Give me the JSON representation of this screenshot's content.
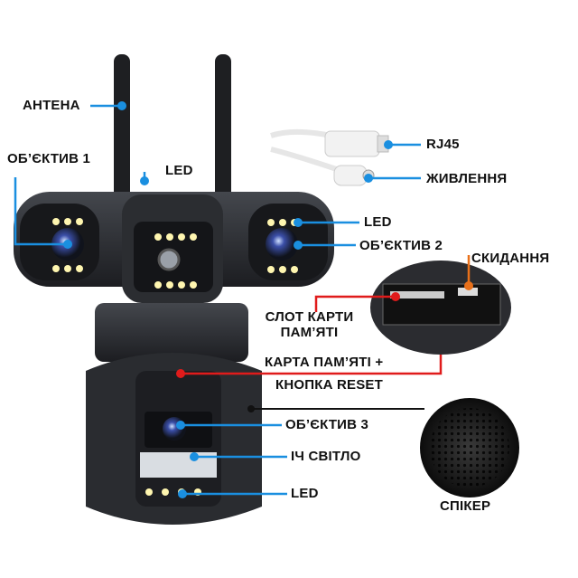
{
  "labels": {
    "antenna": "АНТЕНА",
    "lens1": "ОБ’ЄКТИВ 1",
    "led_center": "LED",
    "rj45": "RJ45",
    "power": "ЖИВЛЕННЯ",
    "led_right": "LED",
    "lens2": "ОБ’ЄКТИВ 2",
    "reset": "СКИДАННЯ",
    "card_slot_line1": "СЛОТ КАРТИ",
    "card_slot_line2": "ПАМ’ЯТІ",
    "card_reset_line1": "КАРТА ПАМ’ЯТІ +",
    "card_reset_line2": "КНОПКА RESET",
    "lens3": "ОБ’ЄКТИВ 3",
    "ir_light": "ІЧ СВІТЛО",
    "led_bottom": "LED",
    "speaker": "СПІКЕР"
  },
  "colors": {
    "callout_blue": "#1a8fe0",
    "callout_red": "#e01b1b",
    "callout_orange": "#e8701a",
    "body": "#2a2c30"
  }
}
